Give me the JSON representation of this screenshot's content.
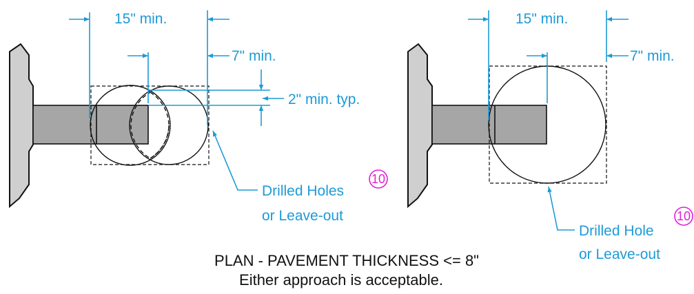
{
  "colors": {
    "dimension": "#1d9ad6",
    "marker": "#e020d8",
    "wall_fill": "#cfcfcf",
    "beam_fill": "#a6a6a6",
    "line": "#111111"
  },
  "left_detail": {
    "dim_top": "15\" min.",
    "dim_right": "7\" min.",
    "dim_gap": "2\" min. typ.",
    "callout_line1": "Drilled Holes",
    "callout_line2": "or Leave-out",
    "marker": "10"
  },
  "right_detail": {
    "dim_top": "15\" min.",
    "dim_right": "7\" min.",
    "callout_line1": "Drilled Hole",
    "callout_line2": "or Leave-out",
    "marker": "10"
  },
  "caption": {
    "line1": "PLAN - PAVEMENT THICKNESS <= 8\"",
    "line2": "Either approach is acceptable."
  }
}
